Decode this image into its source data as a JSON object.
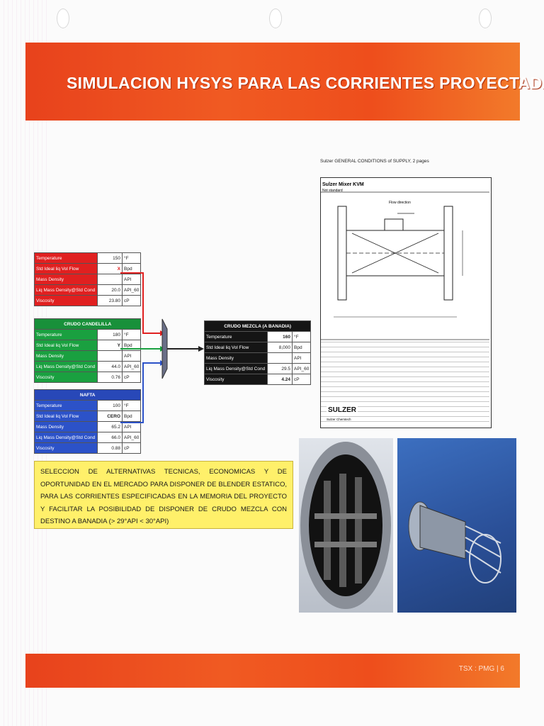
{
  "title": "SIMULACION HYSYS PARA LAS CORRIENTES PROYECTADAS",
  "footer": "TSX : PMG  |  6",
  "stream1": {
    "rows": [
      {
        "label": "Temperature",
        "value": "150",
        "unit": "°F"
      },
      {
        "label": "Std Ideal liq Vol Flow",
        "value": "X",
        "unit": "Bpd"
      },
      {
        "label": "Mass Density",
        "value": "",
        "unit": "API"
      },
      {
        "label": "Liq Mass Density@Std Cond",
        "value": "20.0",
        "unit": "API_60"
      },
      {
        "label": "Viscosity",
        "value": "23.80",
        "unit": "cP"
      }
    ]
  },
  "stream2": {
    "header": "CRUDO CANDELILLA",
    "rows": [
      {
        "label": "Temperature",
        "value": "180",
        "unit": "°F"
      },
      {
        "label": "Std Ideal liq Vol Flow",
        "value": "Y",
        "unit": "Bpd"
      },
      {
        "label": "Mass Density",
        "value": "",
        "unit": "API"
      },
      {
        "label": "Liq Mass Density@Std Cond",
        "value": "44.0",
        "unit": "API_60"
      },
      {
        "label": "Viscosity",
        "value": "0.76",
        "unit": "cP"
      }
    ]
  },
  "stream3": {
    "header": "NAFTA",
    "rows": [
      {
        "label": "Temperature",
        "value": "100",
        "unit": "°F"
      },
      {
        "label": "Std Ideal liq Vol Flow",
        "value": "CERO",
        "unit": "Bpd"
      },
      {
        "label": "Mass Density",
        "value": "65.2",
        "unit": "API"
      },
      {
        "label": "Liq Mass Density@Std Cond",
        "value": "66.0",
        "unit": "API_60"
      },
      {
        "label": "Viscosity",
        "value": "0.88",
        "unit": "cP"
      }
    ]
  },
  "mix": {
    "header": "CRUDO MEZCLA (A BANADIA)",
    "rows": [
      {
        "label": "Temperature",
        "value": "160",
        "unit": "°F"
      },
      {
        "label": "Std Ideal liq Vol Flow",
        "value": "8,000",
        "unit": "Bpd"
      },
      {
        "label": "Mass Density",
        "value": "",
        "unit": "API"
      },
      {
        "label": "Liq Mass Density@Std Cond",
        "value": "29.5",
        "unit": "API_60"
      },
      {
        "label": "Viscosity",
        "value": "4.24",
        "unit": "cP"
      }
    ]
  },
  "note": "SELECCION DE ALTERNATIVAS TECNICAS, ECONOMICAS Y DE OPORTUNIDAD EN EL MERCADO PARA DISPONER DE BLENDER ESTATICO, PARA LAS CORRIENTES ESPECIFICADAS EN LA MEMORIA DEL PROYECTO Y FACILITAR LA POSIBILIDAD DE DISPONER DE CRUDO MEZCLA CON DESTINO A BANADIA (> 29°API < 30°API)",
  "drawing": {
    "caption": "Sulzer  GENERAL CONDITIONS of SUPPLY, 2 pages",
    "title": "Sulzer Mixer KVM",
    "subtitle": "Not standard",
    "flow": "Flow direction",
    "brand": "SULZER",
    "brand_sub": "Sulzer Chemtech"
  },
  "colors": {
    "banner": "#f05a22",
    "red": "#e02020",
    "green": "#1aa040",
    "blue": "#2c52c8",
    "note": "#fff06a"
  }
}
